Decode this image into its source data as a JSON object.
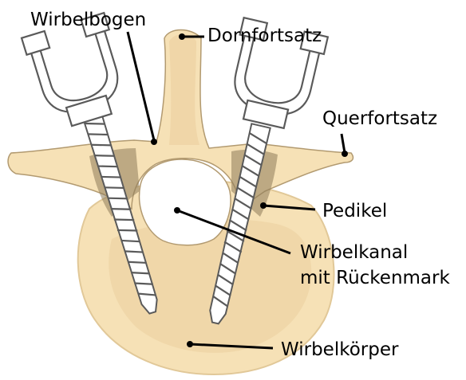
{
  "labels": {
    "wirbelbogen": "Wirbelbogen",
    "dornfortsatz": "Dornfortsatz",
    "querfortsatz": "Querfortsatz",
    "pedikel": "Pedikel",
    "wirbelkanal_line1": "Wirbelkanal",
    "wirbelkanal_line2": "mit Rückenmark",
    "wirbelkoerper": "Wirbelkörper"
  },
  "colors": {
    "bone": "#f6e1b6",
    "bone_shade": "#e9cc99",
    "bone_edge": "#b29a70",
    "pedicle_dark": "#8e7b5a",
    "implant_stroke": "#5a5a5a",
    "implant_fill": "#ffffff",
    "line": "#000000"
  }
}
